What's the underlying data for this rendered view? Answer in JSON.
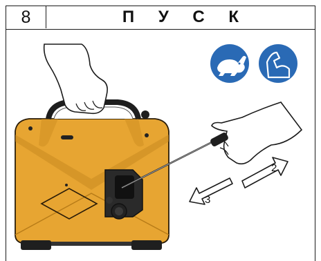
{
  "step": {
    "number": "8",
    "title": "П У С К"
  },
  "badges": [
    {
      "icon": "rabbit-speed-icon",
      "color": "#2a6ab5"
    },
    {
      "icon": "arm-strength-icon",
      "color": "#2a6ab5"
    }
  ],
  "arrows": [
    {
      "label": "2",
      "direction": "up-right"
    },
    {
      "label": "3",
      "direction": "down-left"
    }
  ],
  "colors": {
    "generator_body": "#e7a532",
    "generator_shade": "#c98b20",
    "dark": "#222222"
  }
}
